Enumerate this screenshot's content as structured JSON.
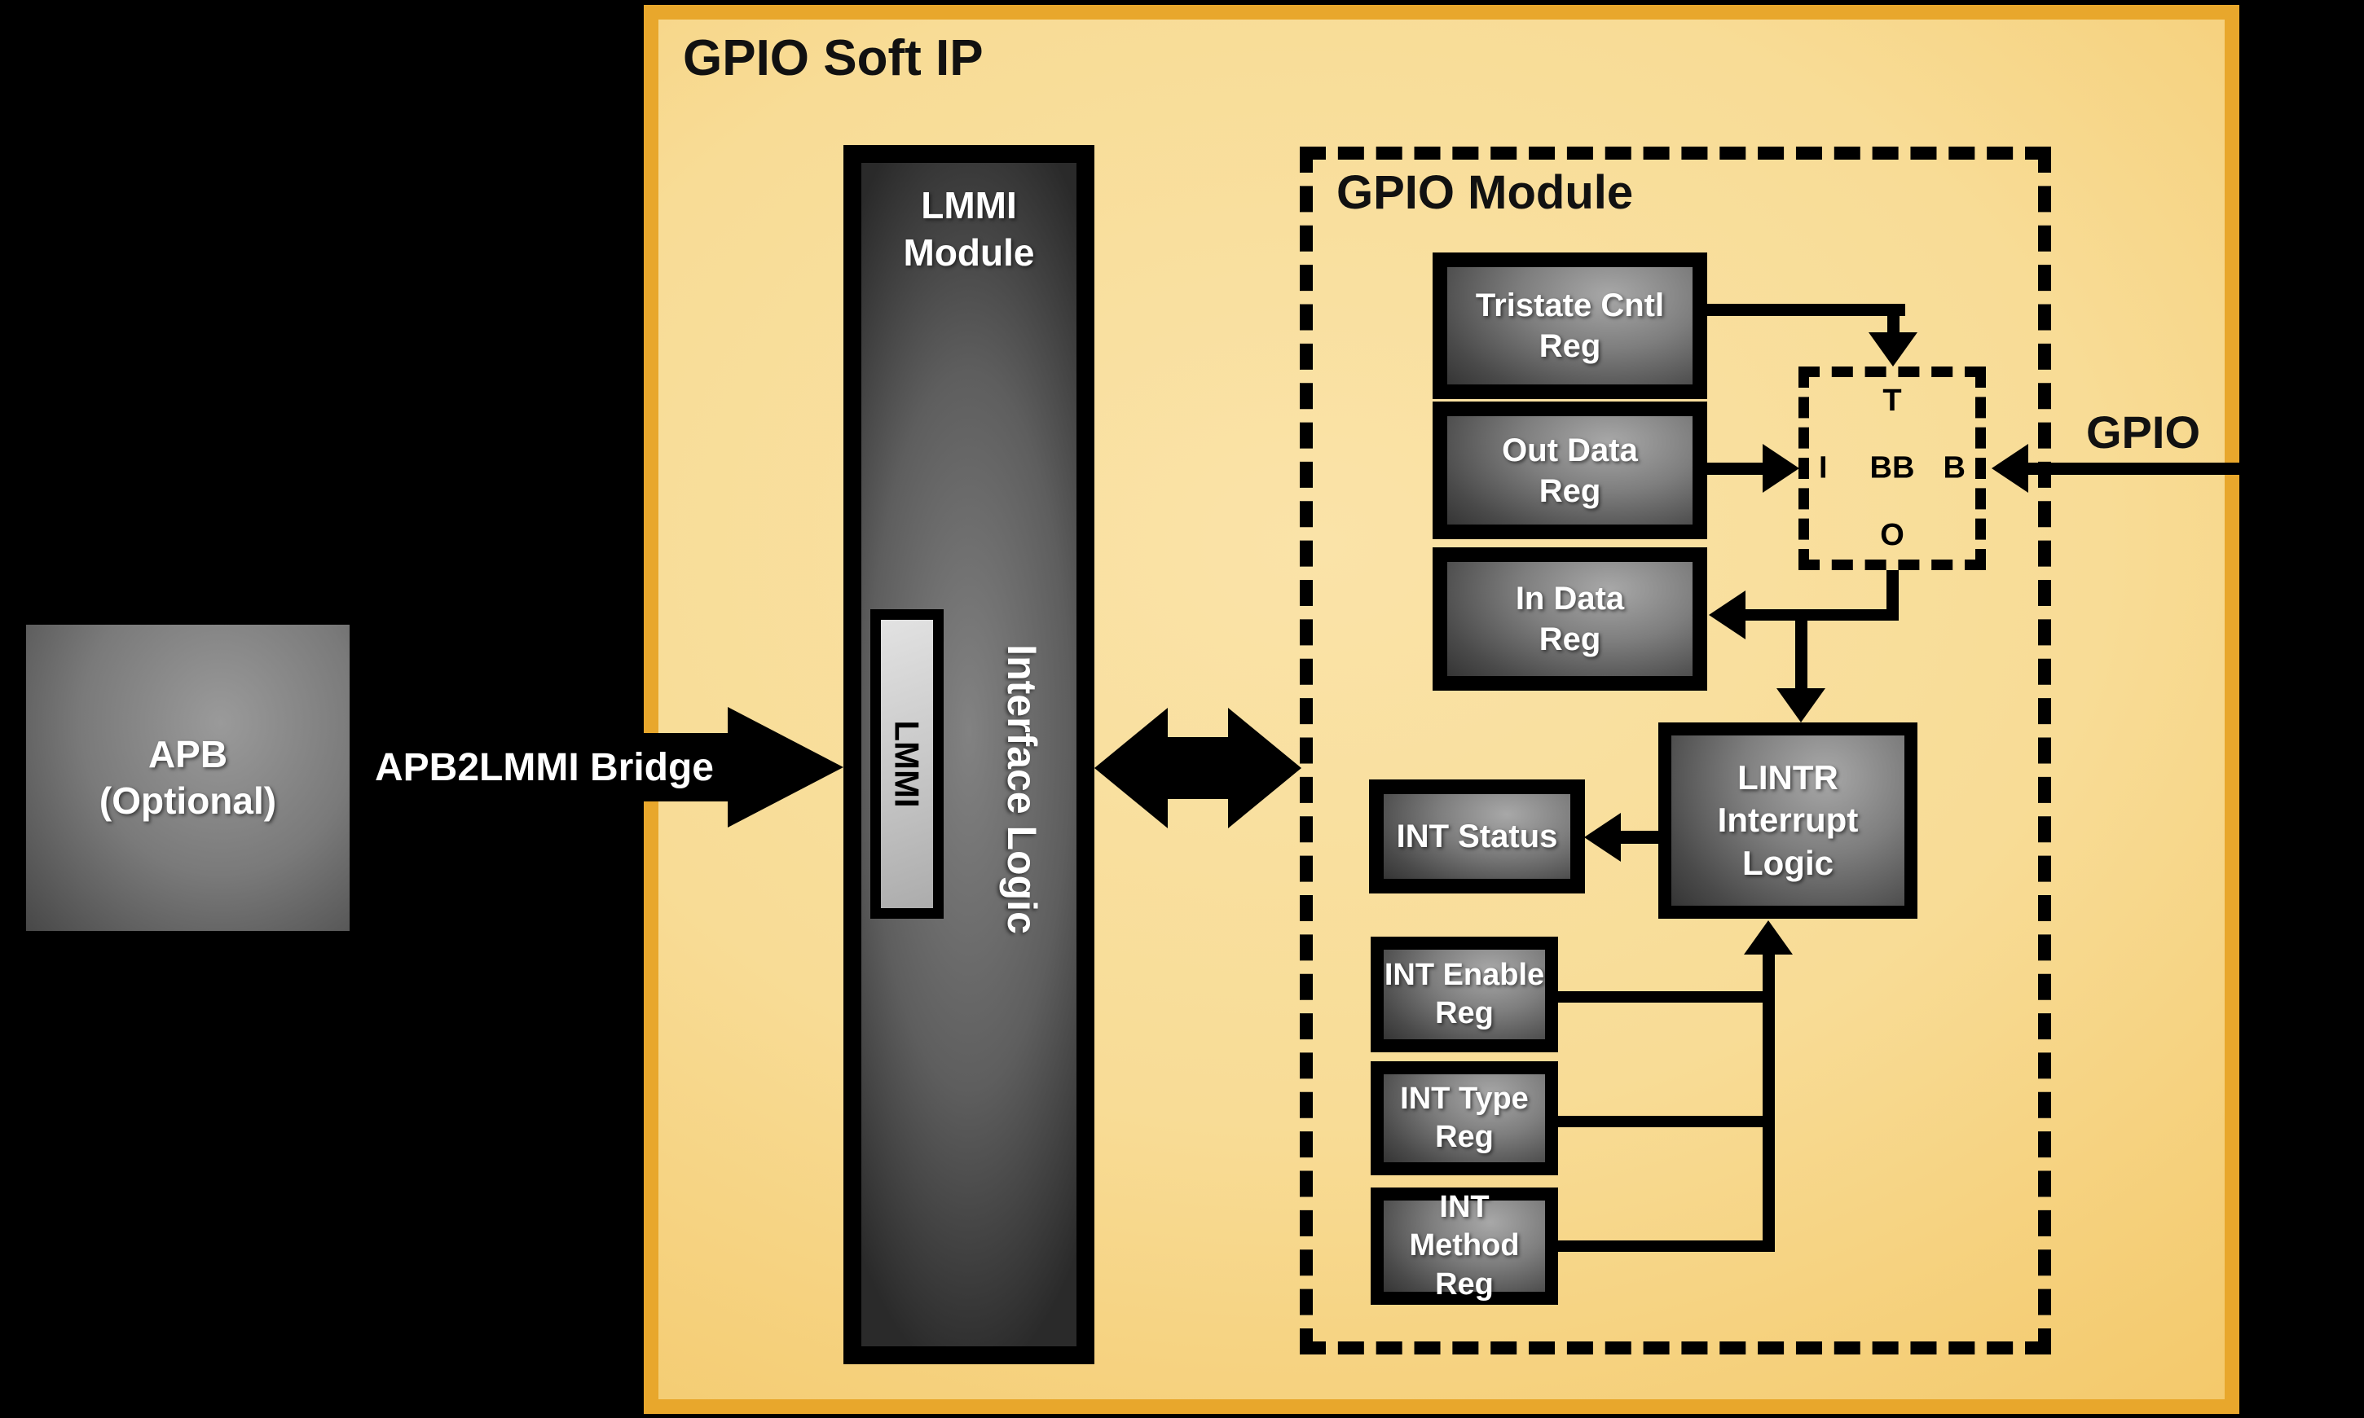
{
  "soft_ip": {
    "title": "GPIO Soft IP",
    "border_color": "#E8A72C",
    "fill_light": "#FAE3A8",
    "fill_dark": "#EFB84C"
  },
  "apb": {
    "label": "APB\n(Optional)"
  },
  "bridge": {
    "label": "APB2LMMI Bridge"
  },
  "lmmi_module": {
    "title": "LMMI\nModule",
    "port_label": "LMMI",
    "logic_label": "Interface Logic"
  },
  "gpio_module": {
    "title": "GPIO Module",
    "registers": [
      {
        "label": "Tristate Cntl\nReg"
      },
      {
        "label": "Out Data\nReg"
      },
      {
        "label": "In Data\nReg"
      }
    ],
    "buffer": {
      "t": "T",
      "i": "I",
      "bb": "BB",
      "b": "B",
      "o": "O"
    },
    "int_status": {
      "label": "INT Status"
    },
    "lintr": {
      "label": "LINTR Interrupt\nLogic"
    },
    "int_registers": [
      {
        "label": "INT Enable\nReg"
      },
      {
        "label": "INT Type\nReg"
      },
      {
        "label": "INT Method\nReg"
      }
    ]
  },
  "gpio_port": {
    "label": "GPIO"
  }
}
